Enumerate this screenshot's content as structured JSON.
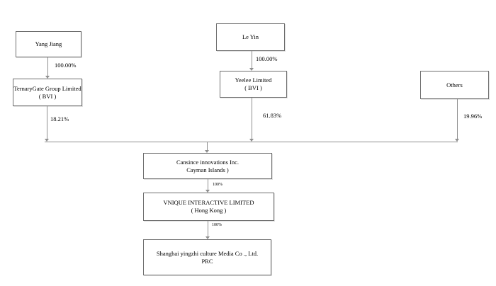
{
  "nodes": {
    "yang_jiang": {
      "label": "Yang Jiang"
    },
    "le_yin": {
      "label": "Le Yin"
    },
    "ternarygate": {
      "line1": "TernaryGate Group Limited",
      "line2": "( BVI )"
    },
    "yeelee": {
      "line1": "Yeelee Limited",
      "line2": "( BVI )"
    },
    "others": {
      "label": "Others"
    },
    "cansince": {
      "line1": "Cansince innovations Inc.",
      "line2": "Cayman Islands )"
    },
    "vnique": {
      "line1": "VNIQUE INTERACTIVE LIMITED",
      "line2": "( Hong Kong )"
    },
    "shanghai": {
      "line1": "Shanghai yingzhi culture Media Co ., Ltd.",
      "line2": "PRC"
    }
  },
  "edge_labels": {
    "yang_to_ternarygate": "100.00%",
    "leyin_to_yeelee": "100.00%",
    "ternarygate_to_cansince": "18.21%",
    "yeelee_to_cansince": "61.83%",
    "others_to_cansince": "19.96%",
    "cansince_to_vnique": "100%",
    "vnique_to_shanghai": "100%"
  },
  "colors": {
    "background": "#ffffff",
    "box_border": "#6e6e6e",
    "connector_line": "#8f8f8f",
    "text": "#000000"
  }
}
